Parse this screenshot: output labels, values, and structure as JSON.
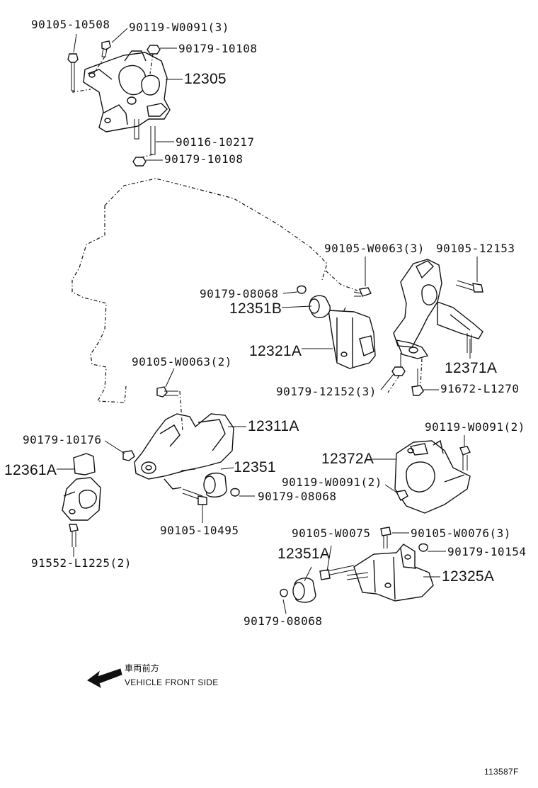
{
  "diagram": {
    "part_labels": {
      "p_90105_10508": "90105-10508",
      "p_90119_w0091_3": "90119-W0091(3)",
      "p_90179_10108_a": "90179-10108",
      "p_12305": "12305",
      "p_90116_10217": "90116-10217",
      "p_90179_10108_b": "90179-10108",
      "p_90105_w0063_3": "90105-W0063(3)",
      "p_90105_12153": "90105-12153",
      "p_90179_08068_a": "90179-08068",
      "p_12351b": "12351B",
      "p_12321a": "12321A",
      "p_12371a": "12371A",
      "p_90179_12152_3": "90179-12152(3)",
      "p_91672_l1270": "91672-L1270",
      "p_90105_w0063_2": "90105-W0063(2)",
      "p_12311a": "12311A",
      "p_90179_10176": "90179-10176",
      "p_12351": "12351",
      "p_12361a": "12361A",
      "p_90179_08068_b": "90179-08068",
      "p_90105_10495": "90105-10495",
      "p_91552_l1225_2": "91552-L1225(2)",
      "p_90119_w0091_2a": "90119-W0091(2)",
      "p_12372a": "12372A",
      "p_90119_w0091_2b": "90119-W0091(2)",
      "p_90105_w0075": "90105-W0075",
      "p_90105_w0076_3": "90105-W0076(3)",
      "p_12351a": "12351A",
      "p_90179_10154": "90179-10154",
      "p_12325a": "12325A",
      "p_90179_08068_c": "90179-08068"
    },
    "direction": {
      "japanese": "車両前方",
      "english": "VEHICLE FRONT SIDE"
    },
    "figure_id": "113587F"
  }
}
